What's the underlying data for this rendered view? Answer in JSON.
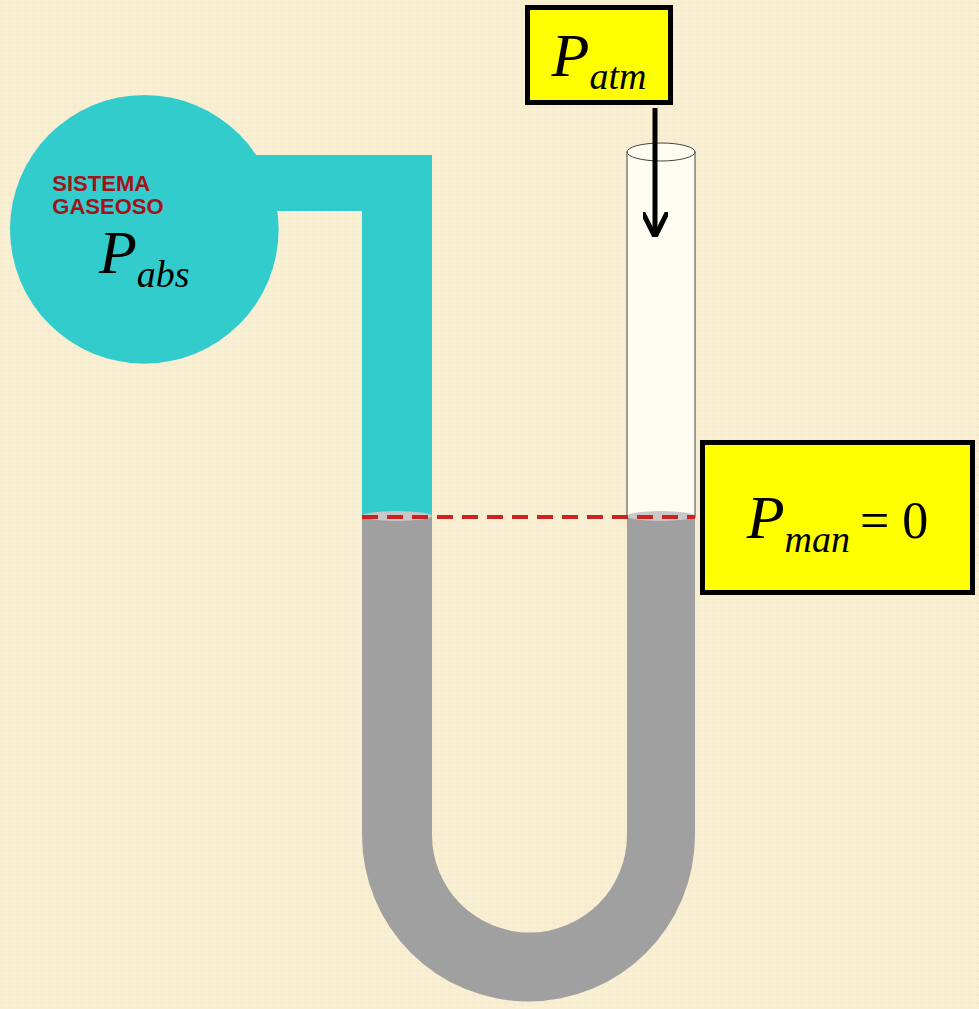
{
  "diagram": {
    "nodes": [
      {
        "text": [
          "SISTEMA GASEOSO",
          "P",
          "abs"
        ]
      },
      {
        "text": [
          "P",
          "atm"
        ]
      },
      {
        "text": [
          "P",
          "man",
          "= 0"
        ]
      }
    ]
  }
}
